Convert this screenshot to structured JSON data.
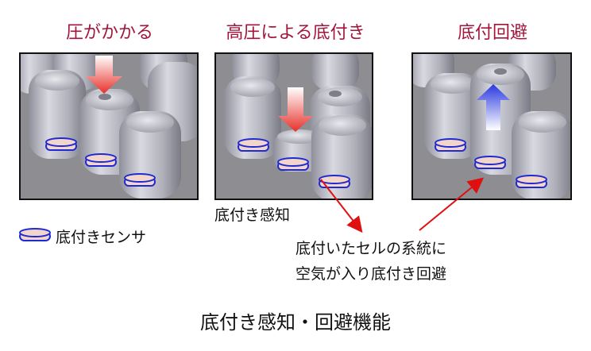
{
  "panels": [
    {
      "title": "圧がかかる"
    },
    {
      "title": "高圧による底付き"
    },
    {
      "title": "底付回避"
    }
  ],
  "labels": {
    "sensing": "底付き感知",
    "legend": "底付きセンサ",
    "description_line1": "底付いたセルの系統に",
    "description_line2": "空気が入り底付き回避",
    "caption": "底付き感知・回避機能"
  },
  "colors": {
    "title": "#a3163c",
    "pressure_arrow": "#e8302a",
    "lift_arrow": "#2a39e0",
    "sensor_fill": "#f2d6cc",
    "sensor_stroke": "#1f2ad0",
    "connector": "#e01010"
  },
  "icons": [
    "pressure-arrow-icon",
    "lift-arrow-icon",
    "sensor-icon"
  ]
}
